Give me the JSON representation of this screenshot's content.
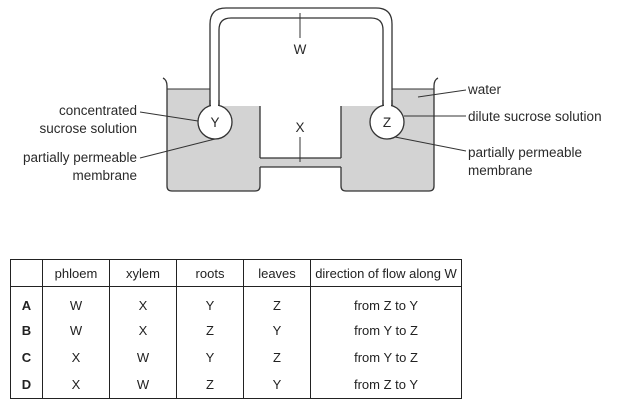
{
  "diagram": {
    "labels": {
      "W": "W",
      "X": "X",
      "Y": "Y",
      "Z": "Z"
    },
    "left_annotations": {
      "concentrated_line1": "concentrated",
      "concentrated_line2": "sucrose solution",
      "membrane_line1": "partially permeable",
      "membrane_line2": "membrane"
    },
    "right_annotations": {
      "water": "water",
      "dilute": "dilute sucrose solution",
      "membrane_line1": "partially permeable",
      "membrane_line2": "membrane"
    },
    "colors": {
      "liquid": "#d3d3d3",
      "stroke": "#333333"
    }
  },
  "table": {
    "headers": [
      "",
      "phloem",
      "xylem",
      "roots",
      "leaves",
      "direction of flow along W"
    ],
    "rows": [
      {
        "key": "A",
        "phloem": "W",
        "xylem": "X",
        "roots": "Y",
        "leaves": "Z",
        "direction": "from Z to Y"
      },
      {
        "key": "B",
        "phloem": "W",
        "xylem": "X",
        "roots": "Z",
        "leaves": "Y",
        "direction": "from Y to Z"
      },
      {
        "key": "C",
        "phloem": "X",
        "xylem": "W",
        "roots": "Y",
        "leaves": "Z",
        "direction": "from Y to Z"
      },
      {
        "key": "D",
        "phloem": "X",
        "xylem": "W",
        "roots": "Z",
        "leaves": "Y",
        "direction": "from Z to Y"
      }
    ]
  }
}
